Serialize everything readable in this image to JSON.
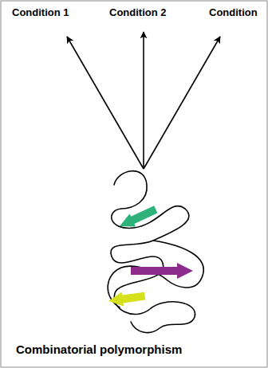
{
  "diagram": {
    "labels": [
      "Condition 1",
      "Condition 2",
      "Condition",
      "Combinatorial polymorphism"
    ]
  }
}
